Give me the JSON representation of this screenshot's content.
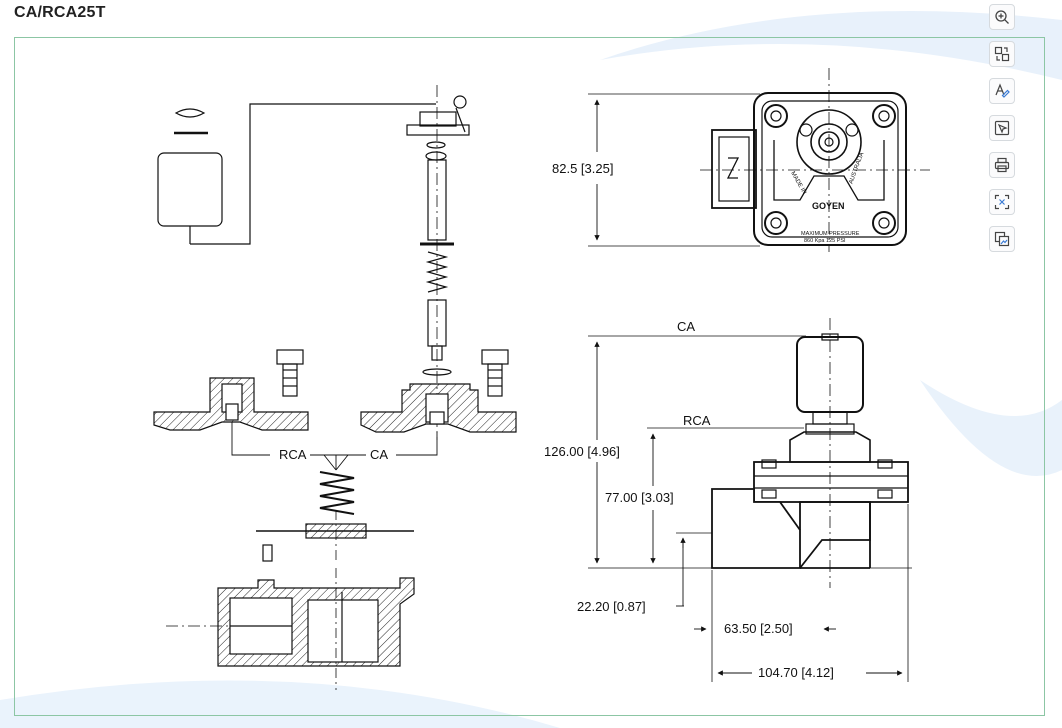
{
  "header": {
    "title": "CA/RCA25T"
  },
  "toolbar": {
    "buttons": [
      {
        "icon": "zoom-in-icon"
      },
      {
        "icon": "swap-icon"
      },
      {
        "icon": "text-style-icon"
      },
      {
        "icon": "select-region-icon"
      },
      {
        "icon": "print-icon"
      },
      {
        "icon": "expand-icon"
      },
      {
        "icon": "copy-image-icon"
      }
    ]
  },
  "drawing": {
    "exploded": {
      "rca_label": "RCA",
      "ca_label": "CA"
    },
    "top_view": {
      "height_dim": "82.5  [3.25]",
      "brand": "GOYEN",
      "made_in": "MADE IN",
      "australia": "AUSTRALIA",
      "pressure_line1": "MAXIMUM  PRESSURE",
      "pressure_line2": "860 Kpa    125 PSI"
    },
    "side_view": {
      "ca_label": "CA",
      "rca_label": "RCA",
      "dim_total_height": "126.00 [4.96]",
      "dim_rca_height": "77.00  [3.03]",
      "dim_outlet_height": "22.20  [0.87]",
      "dim_center": "63.50  [2.50]",
      "dim_length": "104.70  [4.12]"
    }
  },
  "colors": {
    "frame": "#8cc6a4",
    "line": "#111111",
    "accent": "#3a7bd5"
  }
}
